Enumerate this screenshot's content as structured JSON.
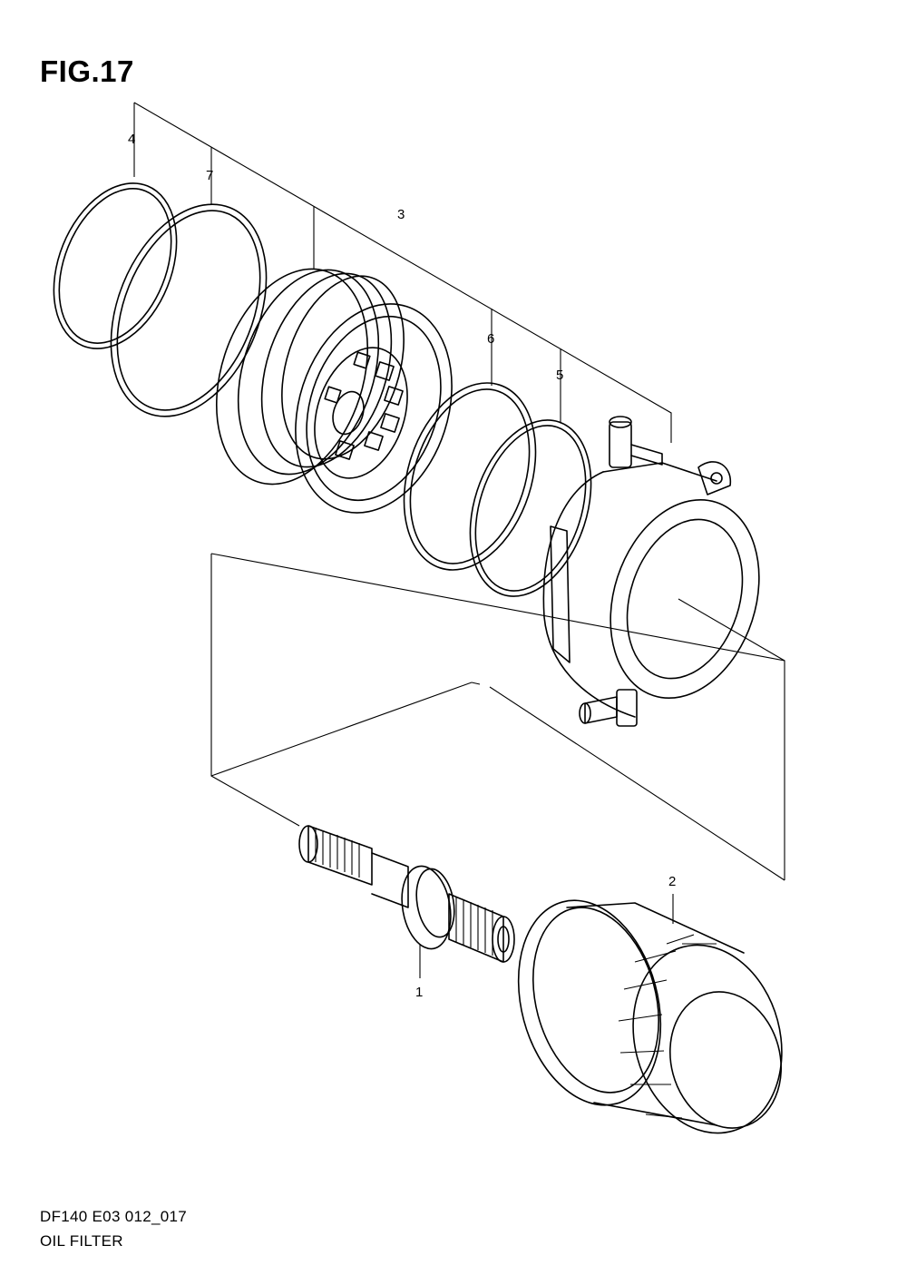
{
  "figure": {
    "title": "FIG.17",
    "model_code": "DF140 E03 012_017",
    "section_name": "OIL FILTER"
  },
  "callouts": [
    {
      "number": "1",
      "part": "union-bolt"
    },
    {
      "number": "2",
      "part": "oil-filter"
    },
    {
      "number": "3",
      "part": "filter-element-housing"
    },
    {
      "number": "4",
      "part": "o-ring-large"
    },
    {
      "number": "5",
      "part": "o-ring-small"
    },
    {
      "number": "6",
      "part": "o-ring-medium"
    },
    {
      "number": "7",
      "part": "o-ring-outer"
    }
  ]
}
